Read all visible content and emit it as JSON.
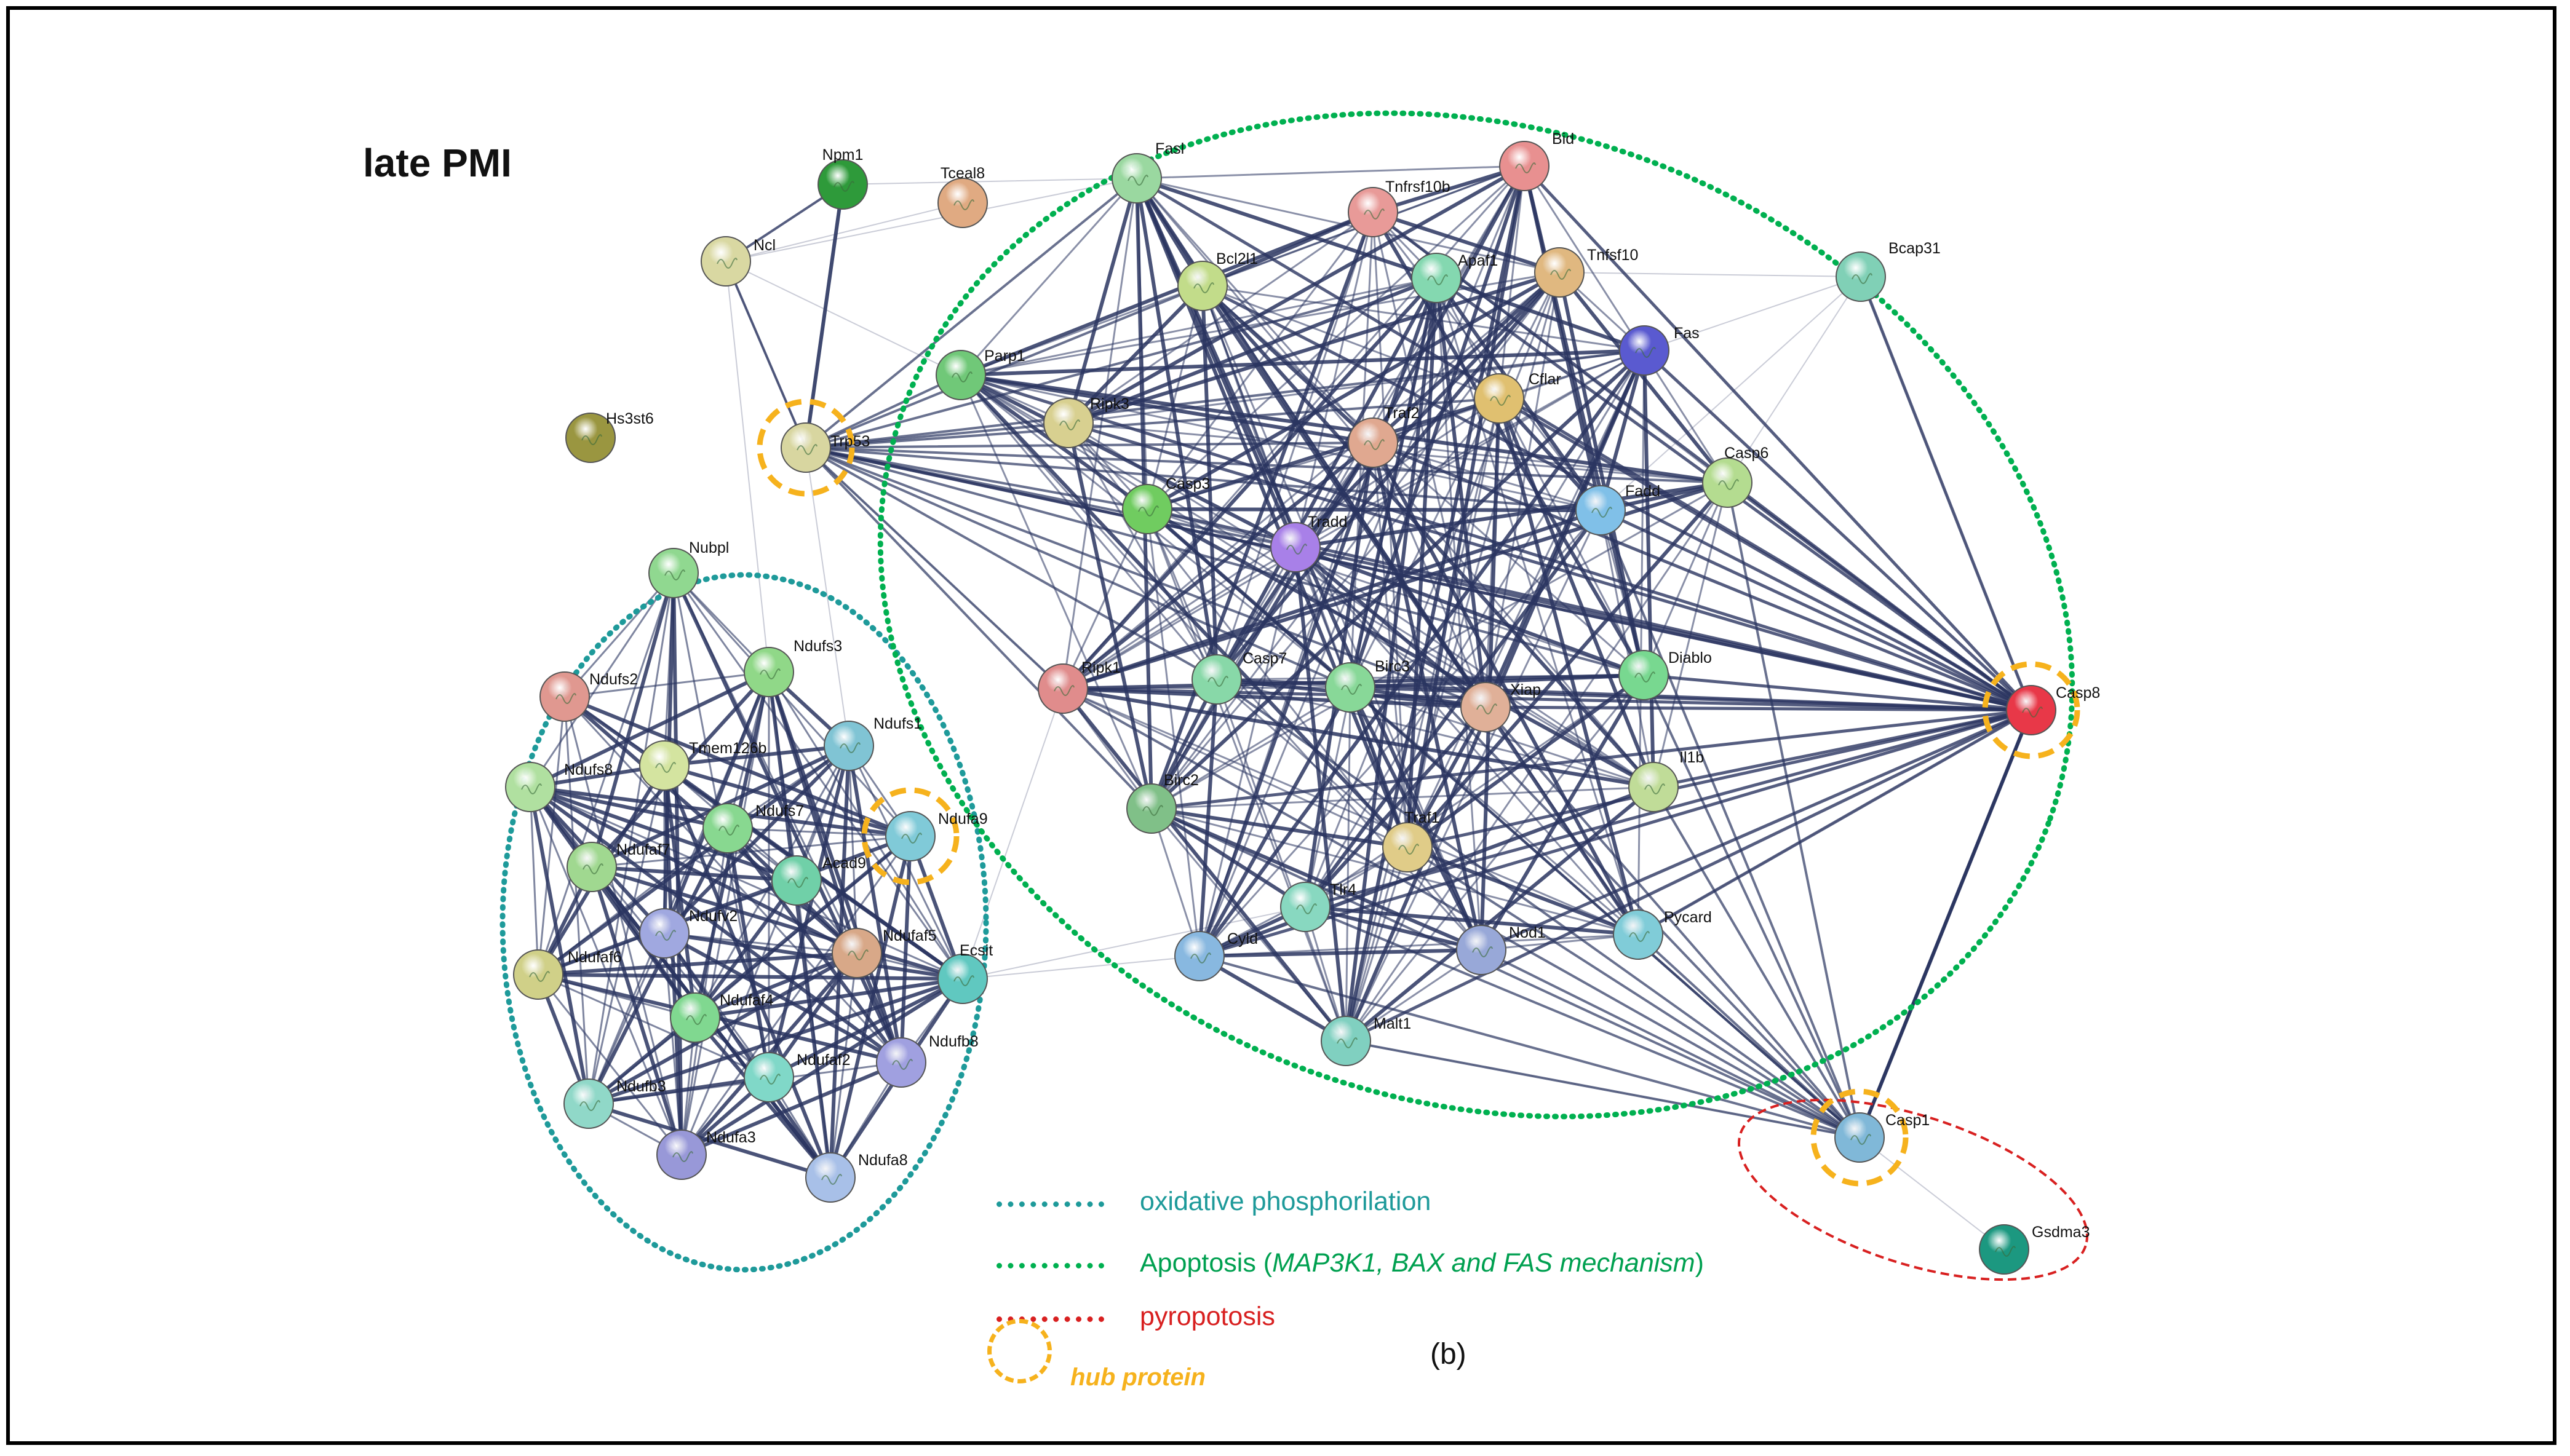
{
  "title": "late PMI",
  "panel_label": "(b)",
  "nodes": [
    {
      "id": "Npm1",
      "color": "#2e9a3a"
    },
    {
      "id": "Tceal8",
      "color": "#e0aa82"
    },
    {
      "id": "Ncl",
      "color": "#d9d8a2"
    },
    {
      "id": "Hs3st6",
      "color": "#9a9640"
    },
    {
      "id": "Trp53",
      "color": "#d8d6a0"
    },
    {
      "id": "Fasl",
      "color": "#9ad8a0"
    },
    {
      "id": "Bid",
      "color": "#e89090"
    },
    {
      "id": "Tnfrsf10b",
      "color": "#e89a98"
    },
    {
      "id": "Bcl2l1",
      "color": "#c2dc8a"
    },
    {
      "id": "Apaf1",
      "color": "#84d8b0"
    },
    {
      "id": "Tnfsf10",
      "color": "#e0b880"
    },
    {
      "id": "Bcap31",
      "color": "#80d0b6"
    },
    {
      "id": "Parp1",
      "color": "#70c878"
    },
    {
      "id": "Ripk3",
      "color": "#d8d090"
    },
    {
      "id": "Fas",
      "color": "#5a5ad0"
    },
    {
      "id": "Cflar",
      "color": "#e0c070"
    },
    {
      "id": "Traf2",
      "color": "#e0a890"
    },
    {
      "id": "Casp3",
      "color": "#70cc60"
    },
    {
      "id": "Casp6",
      "color": "#b4dc90"
    },
    {
      "id": "Fadd",
      "color": "#80c0e8"
    },
    {
      "id": "Tradd",
      "color": "#a880e8"
    },
    {
      "id": "Nubpl",
      "color": "#90d890"
    },
    {
      "id": "Ndufs3",
      "color": "#90d888"
    },
    {
      "id": "Ndufs2",
      "color": "#e09890"
    },
    {
      "id": "Ndufs1",
      "color": "#80c4d4"
    },
    {
      "id": "Tmem126b",
      "color": "#d4e4a0"
    },
    {
      "id": "Ndufs8",
      "color": "#b0e0a0"
    },
    {
      "id": "Ndufs7",
      "color": "#88d890"
    },
    {
      "id": "Ndufa9",
      "color": "#80cad8"
    },
    {
      "id": "Ndufaf7",
      "color": "#a0d890"
    },
    {
      "id": "Acad9",
      "color": "#70d0a8"
    },
    {
      "id": "Ndufv2",
      "color": "#a0a8e0"
    },
    {
      "id": "Ndufaf5",
      "color": "#d8a888"
    },
    {
      "id": "Ecsit",
      "color": "#60c8c0"
    },
    {
      "id": "Ndufaf6",
      "color": "#d0d088"
    },
    {
      "id": "Ndufaf4",
      "color": "#80d890"
    },
    {
      "id": "Ndufb8",
      "color": "#a0a0e0"
    },
    {
      "id": "Ndufaf2",
      "color": "#80d8c8"
    },
    {
      "id": "Ndufb3",
      "color": "#90d8c8"
    },
    {
      "id": "Ndufa3",
      "color": "#9898d8"
    },
    {
      "id": "Ndufa8",
      "color": "#a8c0e8"
    },
    {
      "id": "Ripk1",
      "color": "#e08c8c"
    },
    {
      "id": "Casp7",
      "color": "#88d8a8"
    },
    {
      "id": "Birc3",
      "color": "#88d898"
    },
    {
      "id": "Xiap",
      "color": "#e0b098"
    },
    {
      "id": "Diablo",
      "color": "#78d890"
    },
    {
      "id": "Casp8",
      "color": "#e83848"
    },
    {
      "id": "Il1b",
      "color": "#c0dc98"
    },
    {
      "id": "Birc2",
      "color": "#80c088"
    },
    {
      "id": "Traf1",
      "color": "#e0cc88"
    },
    {
      "id": "Tlr4",
      "color": "#88d8c0"
    },
    {
      "id": "Cyld",
      "color": "#88b8e0"
    },
    {
      "id": "Nod1",
      "color": "#98a8d8"
    },
    {
      "id": "Pycard",
      "color": "#80ccd8"
    },
    {
      "id": "Malt1",
      "color": "#80d0c0"
    },
    {
      "id": "Casp1",
      "color": "#80b8d8"
    },
    {
      "id": "Gsdma3",
      "color": "#1c9880"
    }
  ],
  "legend": [
    {
      "text": "oxidative phosphorilation",
      "line_color": "#1e9a9a",
      "text_color": "#1e9a9a"
    },
    {
      "text_plain": "Apoptosis (",
      "text_italic": "MAP3K1, BAX and FAS mechanism",
      "text_end": ")",
      "line_color": "#00b050",
      "text_color": "#00a050"
    },
    {
      "text": "pyropotosis",
      "line_color": "#d82020",
      "text_color": "#d82020"
    },
    {
      "text": "hub protein",
      "line_color": "#f6b21d",
      "text_color": "#f6b21d"
    }
  ],
  "hub_proteins": [
    "Trp53",
    "Ndufa9",
    "Casp8",
    "Casp1"
  ],
  "colors": {
    "edge": "#2a3560",
    "oxphos": "#1e9a9a",
    "apoptosis": "#00b050",
    "pyroptosis": "#d82020",
    "hub": "#f6b21d"
  }
}
